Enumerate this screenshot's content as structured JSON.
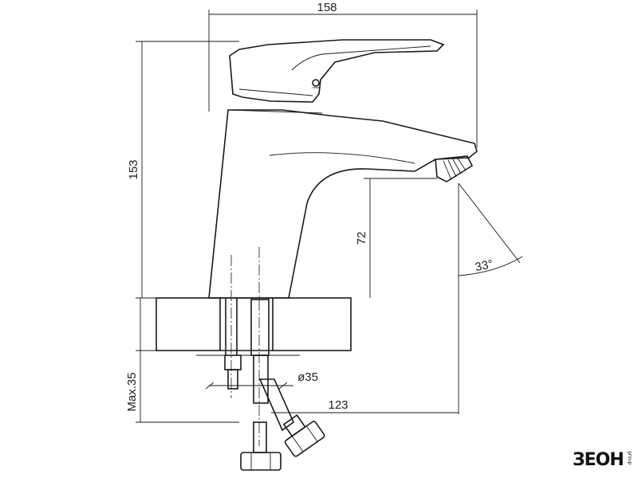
{
  "dimensions": {
    "overall_width": "158",
    "overall_height": "153",
    "spout_clearance": "72",
    "spout_angle": "33°",
    "max_counter_thickness": "Max.35",
    "hole_diameter": "ø35",
    "spout_reach": "123"
  },
  "brand": {
    "logo": "ЗЕОН",
    "sub": "group"
  }
}
